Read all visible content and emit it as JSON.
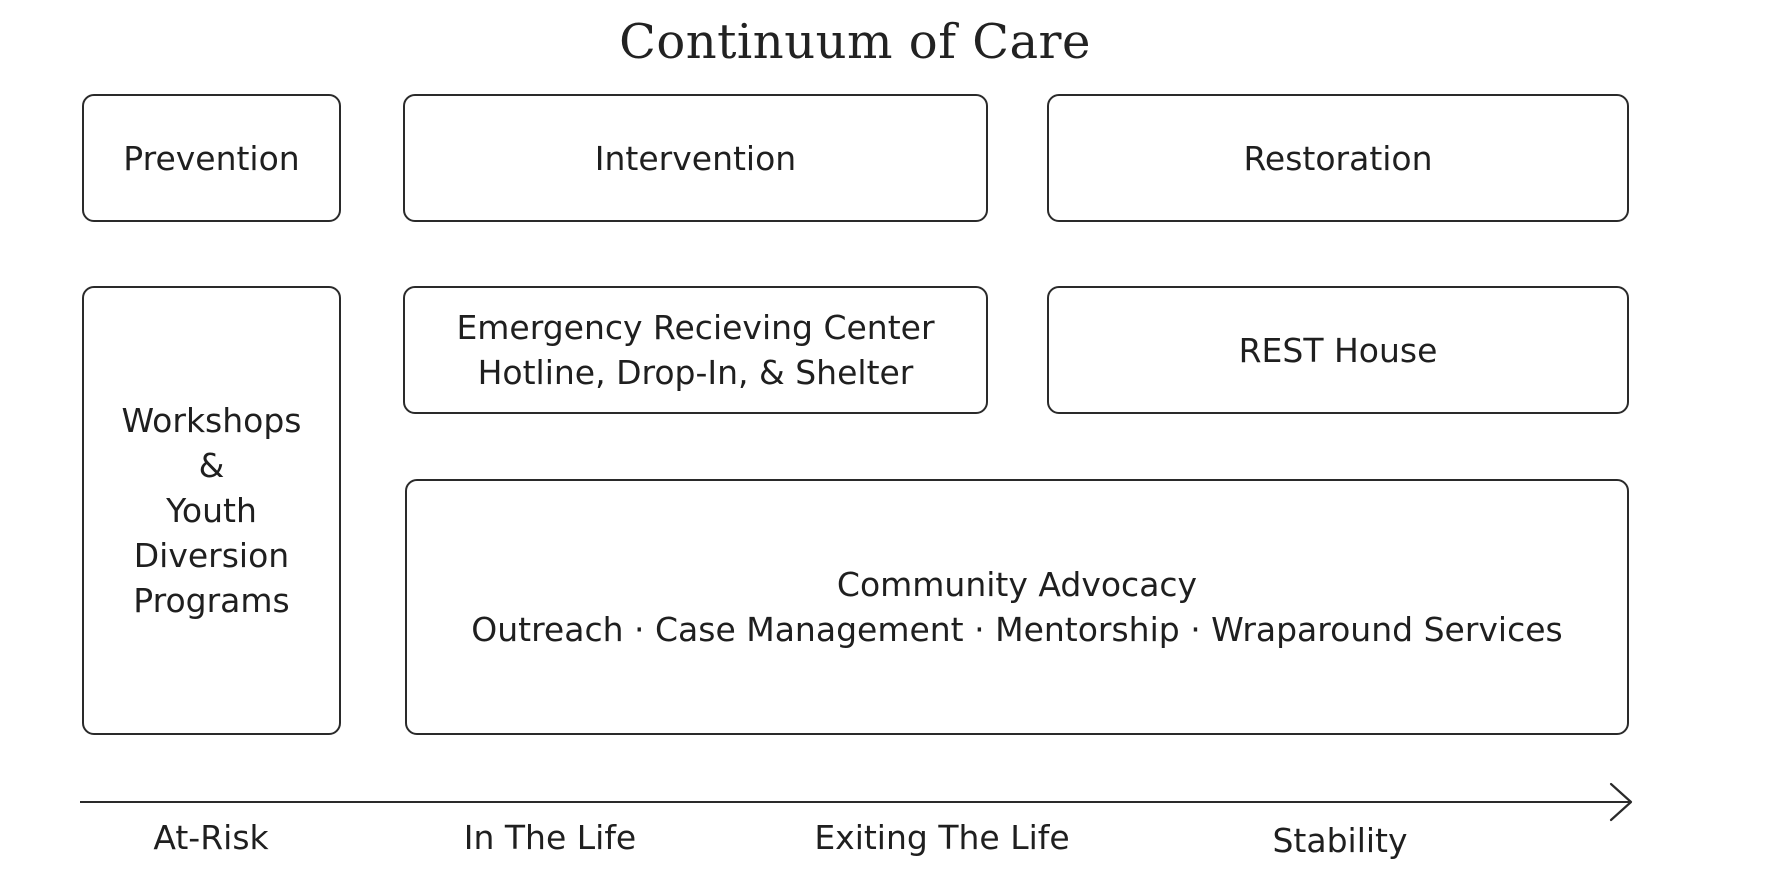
{
  "title": "Continuum of Care",
  "boxes": {
    "prevention": "Prevention",
    "intervention": "Intervention",
    "restoration": "Restoration",
    "workshops": [
      "Workshops",
      "&",
      "Youth",
      "Diversion",
      "Programs"
    ],
    "emergency": [
      "Emergency Recieving Center",
      "Hotline, Drop-In, & Shelter"
    ],
    "rest_house": "REST House",
    "community": [
      "Community Advocacy",
      "Outreach · Case Management · Mentorship · Wraparound Services"
    ]
  },
  "timeline": {
    "stages": [
      "At-Risk",
      "In The Life",
      "Exiting The Life",
      "Stability"
    ]
  },
  "colors": {
    "stroke": "#2a2a2a",
    "text": "#1f1f1f",
    "background": "#ffffff"
  }
}
